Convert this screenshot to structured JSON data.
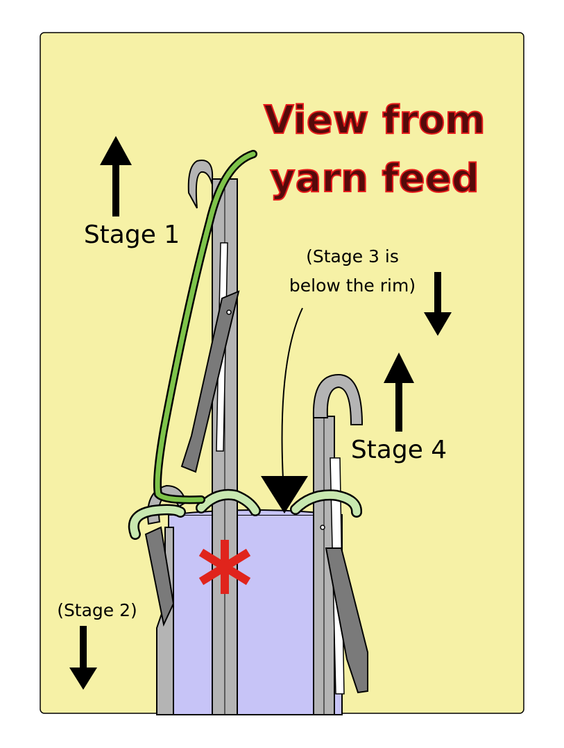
{
  "title": {
    "line1": "View from",
    "line2": "yarn feed"
  },
  "labels": {
    "stage1": "Stage 1",
    "stage2": "(Stage 2)",
    "stage3_line1": "(Stage 3 is",
    "stage3_line2": "below the rim)",
    "stage4": "Stage 4"
  },
  "colors": {
    "background": "#f6f1a6",
    "cylinder": "#c7c4f7",
    "needle": "#b4b4b4",
    "latch": "#7a7a7a",
    "yarn_old": "#c8e8b0",
    "yarn_new": "#7ec34a",
    "title_fill": "#550a0a",
    "title_outline": "#e61c1c",
    "marker": "#e0241c"
  },
  "icons": {
    "marker": "asterisk-marker-icon",
    "arrows": "arrow-icon"
  }
}
